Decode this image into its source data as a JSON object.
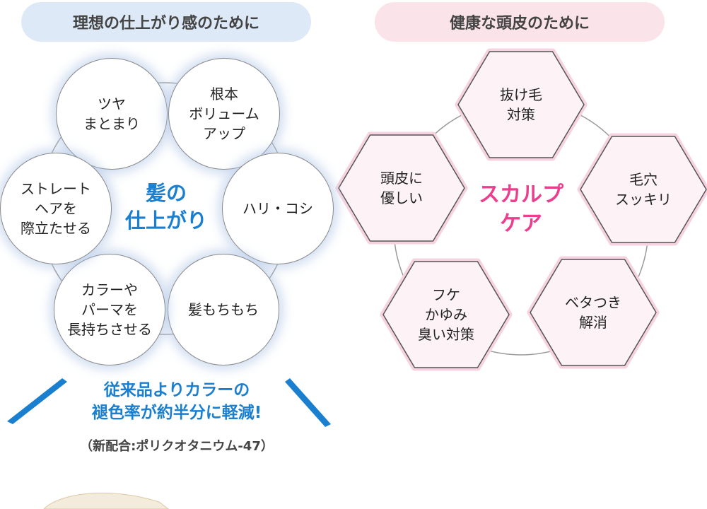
{
  "left_panel": {
    "header": "理想の仕上がり感のために",
    "center_label": [
      "髪の",
      "仕上がり"
    ],
    "items": [
      [
        "ツヤ",
        "まとまり"
      ],
      [
        "根本",
        "ボリューム",
        "アップ"
      ],
      [
        "ハリ・コシ"
      ],
      [
        "髪もちもち"
      ],
      [
        "カラーや",
        "パーマを",
        "長持ちさせる"
      ],
      [
        "ストレート",
        "ヘアを",
        "際立たせる"
      ]
    ],
    "notice_lines": [
      "従来品よりカラーの",
      "褪色率が約半分に軽減!"
    ],
    "notice_sub": "（新配合:ポリクオタニウム-47）"
  },
  "right_panel": {
    "header": "健康な頭皮のために",
    "center_label": [
      "スカルプ",
      "ケア"
    ],
    "items": [
      [
        "抜け毛",
        "対策"
      ],
      [
        "毛穴",
        "スッキリ"
      ],
      [
        "ベタつき",
        "解消"
      ],
      [
        "フケ",
        "かゆみ",
        "臭い対策"
      ],
      [
        "頭皮に",
        "優しい"
      ]
    ]
  },
  "colors": {
    "accent_blue": "#1b7fd0",
    "accent_pink": "#ea3f8c",
    "header_blue_bg": "#dde9f6",
    "header_pink_bg": "#fbe3ea",
    "hex_fill": "#fdf2f6",
    "hex_stroke": "#e8b0c6"
  }
}
